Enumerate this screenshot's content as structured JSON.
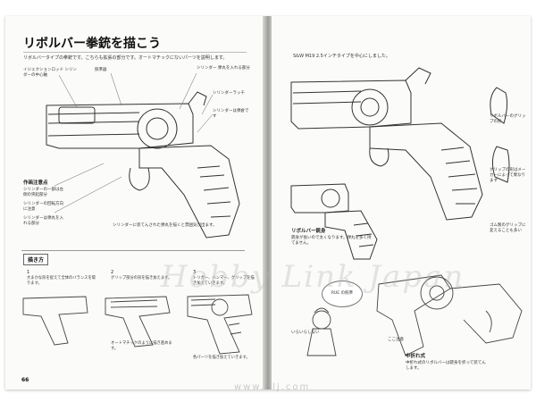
{
  "left_page": {
    "title": "リボルバー拳銃を描こう",
    "intro": "リボルバータイプの拳銃です。こちらも拡張の部分です。オートマチックにないパーツを説明します。",
    "annotations": [
      "イジェクションロッド シリンダーの中心軸",
      "照準器",
      "シリンダー 弾丸を入れる部分",
      "シリンダーラッチ",
      "シリンダーは弾倉です"
    ],
    "points_heading": "作画注意点",
    "points": [
      "シリンダーの一部は左側の突起部分",
      "シリンダーの回転方向に注意",
      "シリンダーは弾丸を入れる部分"
    ],
    "caption": "シリンダーに装てんされた弾丸を描くと雰囲気が出ます。",
    "section": "描き方",
    "steps": [
      {
        "num": "1",
        "text": "大まかな形を捉えて全体のバランスを取ります。"
      },
      {
        "num": "2",
        "text": "グリップ部分の形を描き加えます。"
      },
      {
        "num": "3",
        "text": "トリガー、ハンマー、グリップを描き加えていきます。"
      }
    ],
    "step_notes": [
      "オートマチックのように描き進めます。",
      "各パーツを描き加えていきます。"
    ],
    "page_number": "66"
  },
  "right_page": {
    "top_caption": "S&W M19 2.5インチタイプを中心にしました。",
    "grip_notes": [
      "リボルバーのグリップの形",
      "グリップの形はメーカーによって異なります",
      "ゴム製のグリップに変えることも多い"
    ],
    "revolver_note_heading": "リボルバー銃身",
    "revolver_note": "銃身が長いので太くなります。弾丸を多く持てません。",
    "bubble_text": "RUE の照準",
    "child_note": "いらいらしない",
    "label_trigger": "ここ注意",
    "bottom_heading": "中折れ式",
    "bottom_note": "中折れ式のリボルバーは銃身を折って装てんします。"
  },
  "watermark": {
    "main": "Hobby Link Japan",
    "url": "www.hlj.com"
  }
}
